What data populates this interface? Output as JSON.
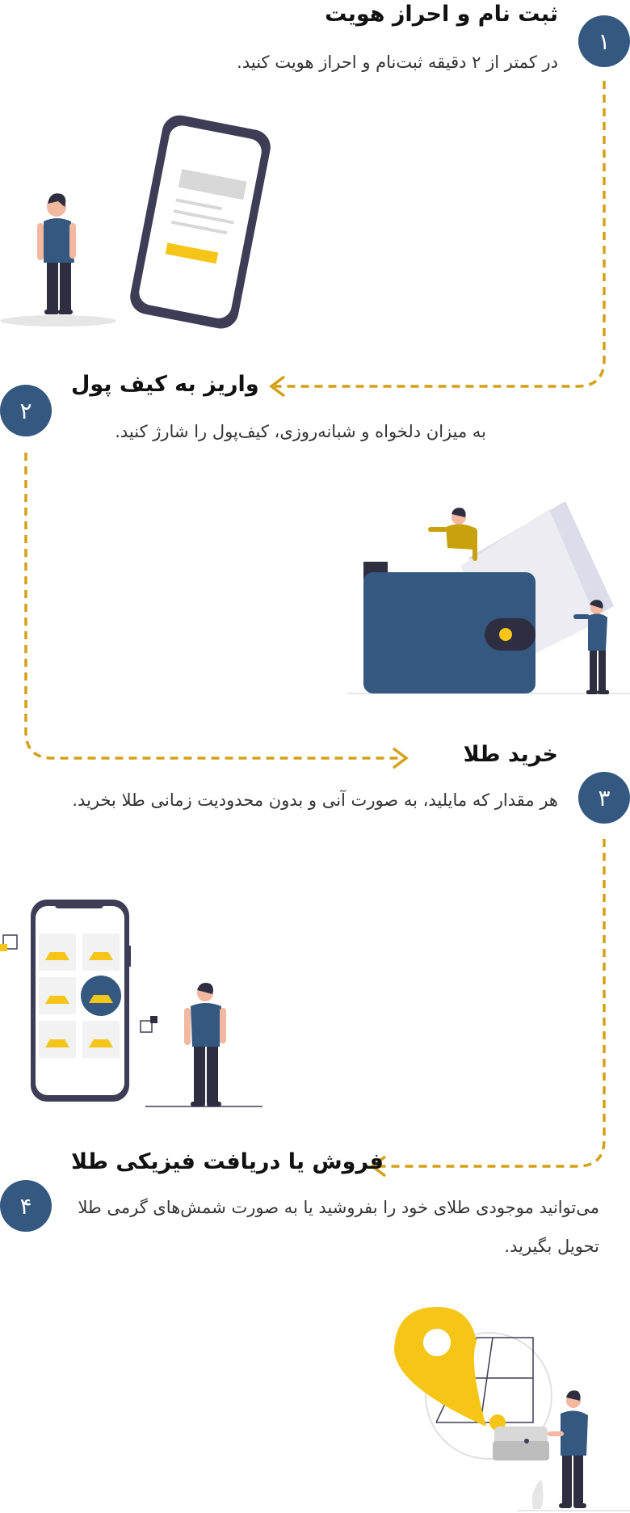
{
  "steps": [
    {
      "number": "۱",
      "title": "ثبت نام و احراز هویت",
      "description": "در کمتر از ۲ دقیقه ثبت‌نام و احراز هویت کنید."
    },
    {
      "number": "۲",
      "title": "واریز به کیف پول",
      "description": "به میزان دلخواه و شبانه‌روزی، کیف‌پول را شارژ کنید."
    },
    {
      "number": "۳",
      "title": "خرید طلا",
      "description": "هر مقدار که مایلید، به صورت آنی و بدون محدودیت زمانی طلا بخرید."
    },
    {
      "number": "۴",
      "title": "فروش یا دریافت فیزیکی طلا",
      "description": "می‌توانید موجودی طلای خود را بفروشید یا به صورت شمش‌های گرمی طلا تحویل بگیرید."
    }
  ],
  "colors": {
    "badge": "#34587f",
    "connector": "#d4a017",
    "gold": "#f5c518",
    "navy": "#3f3d56"
  },
  "icons": [
    "person-illustration",
    "phone-illustration",
    "wallet-illustration",
    "gold-bar-icon",
    "location-pin-icon"
  ]
}
